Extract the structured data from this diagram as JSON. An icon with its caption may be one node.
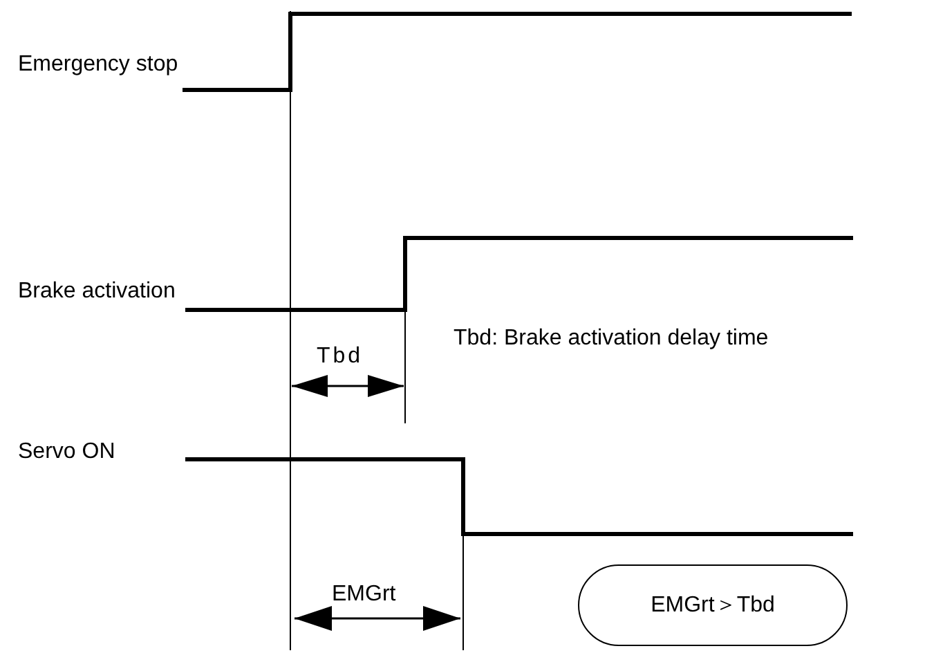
{
  "diagram": {
    "nodes": [
      {
        "text": [
          "EMGrt＞Tbd"
        ]
      }
    ],
    "labels": [
      "Emergency stop",
      "Brake activation",
      "Tbd: Brake activation delay time",
      "Tbd",
      "Servo ON",
      "EMGrt"
    ]
  }
}
